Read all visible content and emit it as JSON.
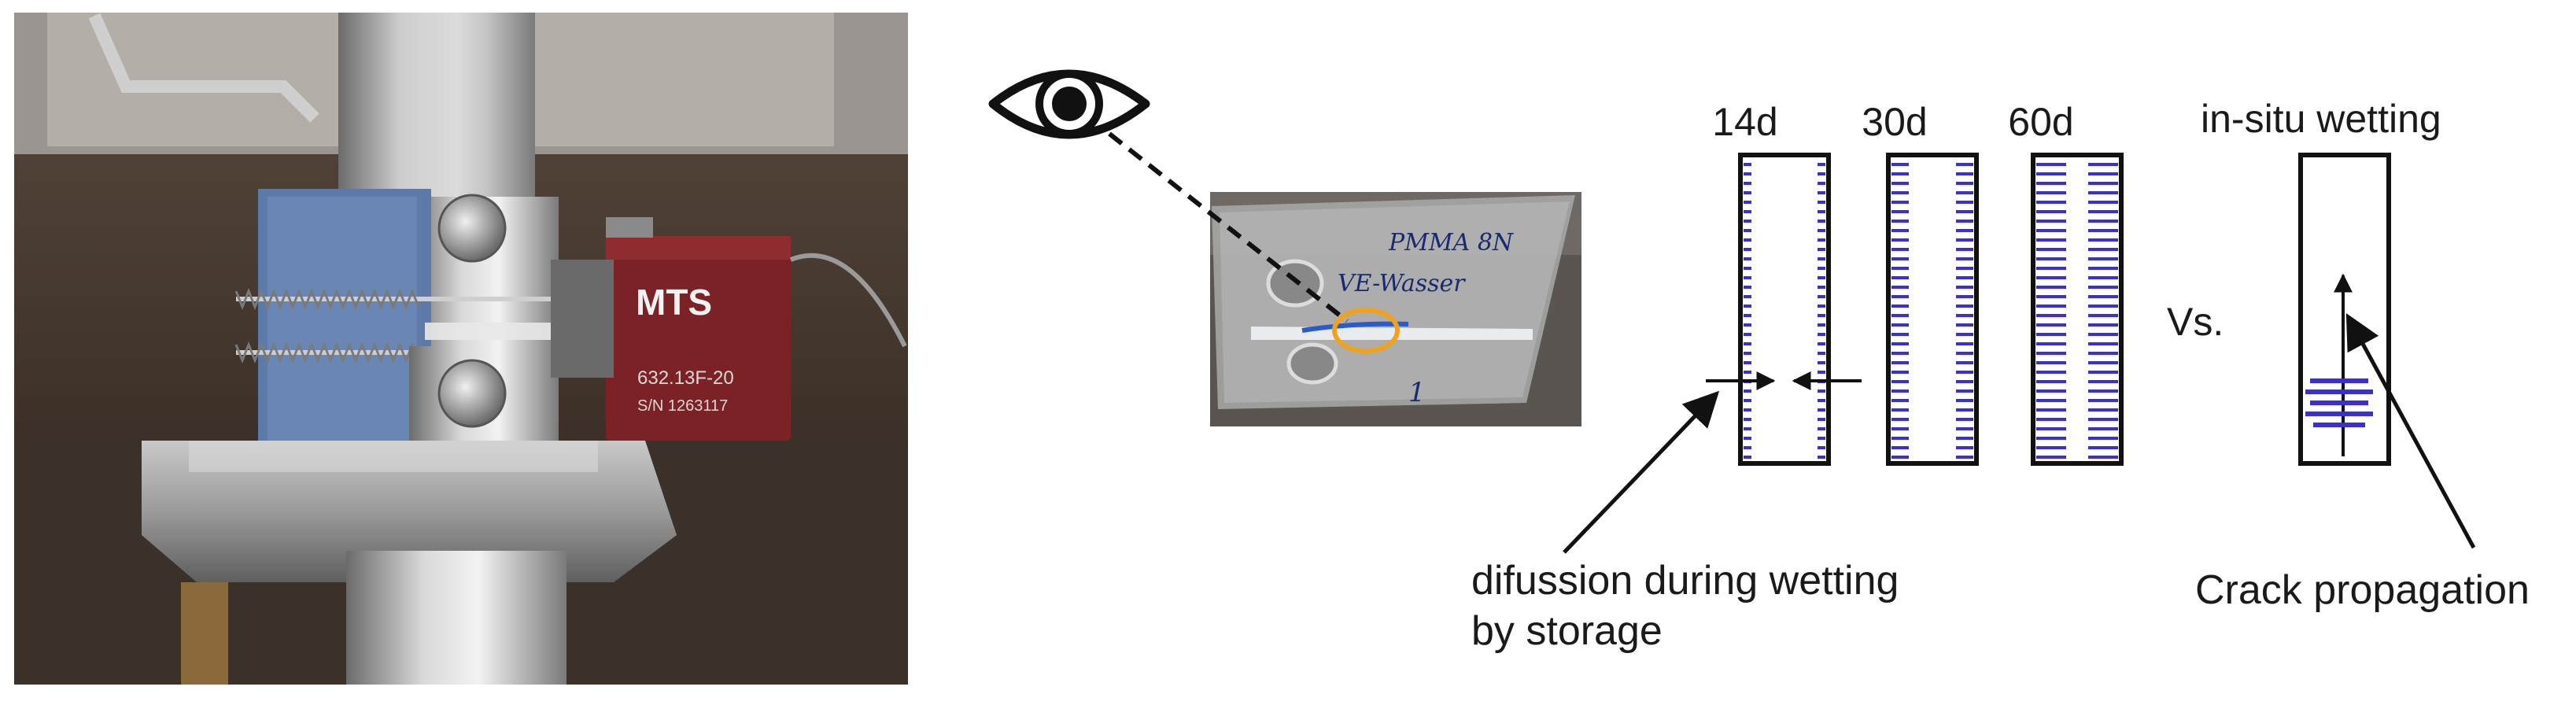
{
  "photo": {
    "brand": "MTS",
    "model": "632.13F-20",
    "serial": "S/N 1263117"
  },
  "specimen_photo": {
    "handwriting_line1": "PMMA 8N",
    "handwriting_line2": "VE-Wasser",
    "handwriting_number": "1"
  },
  "diagram": {
    "columns": [
      {
        "label": "14d"
      },
      {
        "label": "30d"
      },
      {
        "label": "60d"
      }
    ],
    "insitu_label": "in-situ wetting",
    "vs_label": "Vs.",
    "diffusion_label": "difussion during wetting by storage",
    "crack_label": "Crack propagation"
  },
  "colors": {
    "hatch": "#3a2fd6",
    "outline": "#111111",
    "highlight_circle": "#f0a21a"
  }
}
